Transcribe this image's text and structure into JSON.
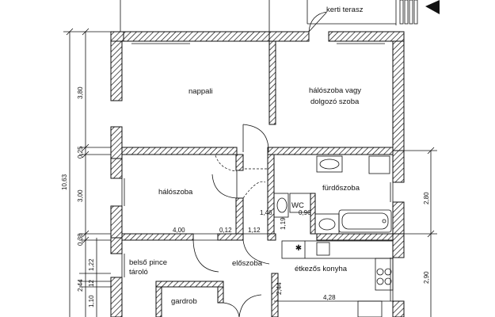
{
  "rooms": {
    "terrace": "kerti terasz",
    "living": "nappali",
    "bedroom_study_line1": "hálószoba vagy",
    "bedroom_study_line2": "dolgozó szoba",
    "bedroom": "hálószoba",
    "bathroom": "fürdőszoba",
    "wc": "WC",
    "cellar_line1": "belső pince",
    "cellar_line2": "tároló",
    "hall": "előszoba",
    "kitchen": "étkezős konyha",
    "wardrobe": "gardrob"
  },
  "dimensions": {
    "left_total": "10,63",
    "left_380": "3,80",
    "left_025": "0,25",
    "left_300": "3,00",
    "left_038": "0,38",
    "left_122": "1,22",
    "left_244": "2,44",
    "left_012": "12",
    "left_110": "1,10",
    "right_280": "2,80",
    "right_290": "2,90",
    "h_400": "4,00",
    "h_012": "0,12",
    "h_112": "1,12",
    "h_428": "4,28",
    "v_146": "1,46",
    "v_019": "1,19",
    "v_244b": "2,44",
    "wc_area": "0,96"
  }
}
